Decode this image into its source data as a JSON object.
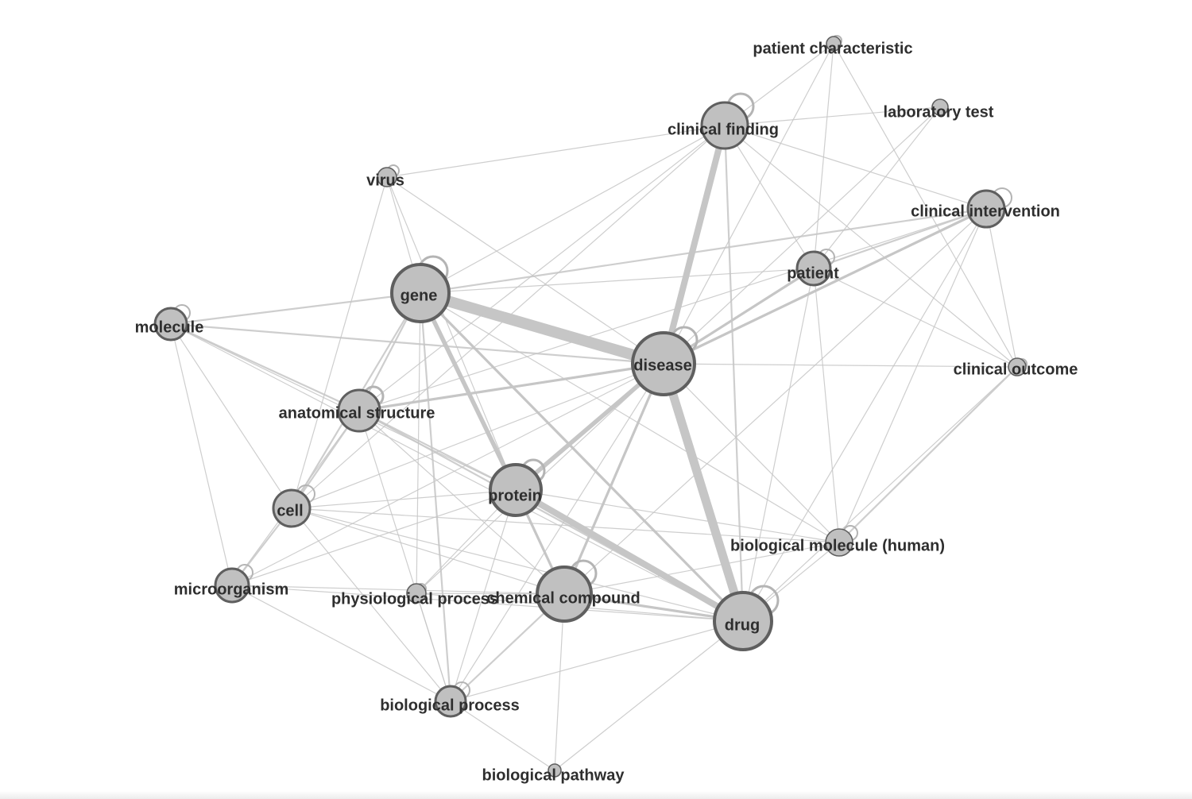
{
  "graph": {
    "nodes": [
      {
        "id": "gene",
        "label": "gene"
      },
      {
        "id": "disease",
        "label": "disease"
      },
      {
        "id": "drug",
        "label": "drug"
      },
      {
        "id": "protein",
        "label": "protein"
      },
      {
        "id": "chemical-compound",
        "label": "chemical compound"
      },
      {
        "id": "clinical-finding",
        "label": "clinical finding"
      },
      {
        "id": "anatomical-structure",
        "label": "anatomical structure"
      },
      {
        "id": "clinical-intervention",
        "label": "clinical intervention"
      },
      {
        "id": "patient",
        "label": "patient"
      },
      {
        "id": "cell",
        "label": "cell"
      },
      {
        "id": "molecule",
        "label": "molecule"
      },
      {
        "id": "microorganism",
        "label": "microorganism"
      },
      {
        "id": "biological-molecule-human",
        "label": "biological molecule (human)"
      },
      {
        "id": "biological-process",
        "label": "biological process"
      },
      {
        "id": "virus",
        "label": "virus"
      },
      {
        "id": "patient-characteristic",
        "label": "patient characteristic"
      },
      {
        "id": "laboratory-test",
        "label": "laboratory test"
      },
      {
        "id": "clinical-outcome",
        "label": "clinical outcome"
      },
      {
        "id": "physiological-process",
        "label": "physiological process"
      },
      {
        "id": "biological-pathway",
        "label": "biological pathway"
      }
    ],
    "edges": [
      {
        "source": "gene",
        "target": "disease",
        "weight": 10
      },
      {
        "source": "disease",
        "target": "drug",
        "weight": 9
      },
      {
        "source": "clinical-finding",
        "target": "disease",
        "weight": 7
      },
      {
        "source": "protein",
        "target": "drug",
        "weight": 7
      },
      {
        "source": "gene",
        "target": "protein",
        "weight": 5
      },
      {
        "source": "disease",
        "target": "protein",
        "weight": 5
      },
      {
        "source": "disease",
        "target": "chemical-compound",
        "weight": 3
      },
      {
        "source": "disease",
        "target": "anatomical-structure",
        "weight": 3
      },
      {
        "source": "disease",
        "target": "patient",
        "weight": 3
      },
      {
        "source": "disease",
        "target": "clinical-intervention",
        "weight": 3
      },
      {
        "source": "gene",
        "target": "drug",
        "weight": 3
      },
      {
        "source": "protein",
        "target": "chemical-compound",
        "weight": 3
      },
      {
        "source": "chemical-compound",
        "target": "drug",
        "weight": 3
      },
      {
        "source": "gene",
        "target": "anatomical-structure",
        "weight": 2
      },
      {
        "source": "gene",
        "target": "molecule",
        "weight": 2
      },
      {
        "source": "clinical-finding",
        "target": "drug",
        "weight": 2
      },
      {
        "source": "gene",
        "target": "clinical-intervention",
        "weight": 2
      },
      {
        "source": "molecule",
        "target": "anatomical-structure",
        "weight": 2
      },
      {
        "source": "anatomical-structure",
        "target": "cell",
        "weight": 2
      },
      {
        "source": "anatomical-structure",
        "target": "protein",
        "weight": 2
      },
      {
        "source": "anatomical-structure",
        "target": "drug",
        "weight": 2
      },
      {
        "source": "biological-molecule-human",
        "target": "clinical-outcome",
        "weight": 2
      },
      {
        "source": "patient",
        "target": "clinical-intervention",
        "weight": 2
      },
      {
        "source": "gene",
        "target": "cell",
        "weight": 2
      },
      {
        "source": "protein",
        "target": "cell",
        "weight": 1
      },
      {
        "source": "cell",
        "target": "microorganism",
        "weight": 2
      },
      {
        "source": "chemical-compound",
        "target": "biological-process",
        "weight": 2
      },
      {
        "source": "gene",
        "target": "biological-process",
        "weight": 2
      },
      {
        "source": "disease",
        "target": "molecule",
        "weight": 2
      },
      {
        "source": "clinical-finding",
        "target": "patient",
        "weight": 1
      },
      {
        "source": "clinical-finding",
        "target": "anatomical-structure",
        "weight": 1
      },
      {
        "source": "clinical-finding",
        "target": "gene",
        "weight": 1
      },
      {
        "source": "clinical-finding",
        "target": "virus",
        "weight": 1
      },
      {
        "source": "clinical-finding",
        "target": "laboratory-test",
        "weight": 1
      },
      {
        "source": "clinical-finding",
        "target": "clinical-outcome",
        "weight": 1
      },
      {
        "source": "clinical-finding",
        "target": "clinical-intervention",
        "weight": 1
      },
      {
        "source": "clinical-finding",
        "target": "cell",
        "weight": 1
      },
      {
        "source": "patient-characteristic",
        "target": "clinical-finding",
        "weight": 1
      },
      {
        "source": "patient-characteristic",
        "target": "patient",
        "weight": 1
      },
      {
        "source": "patient-characteristic",
        "target": "disease",
        "weight": 1
      },
      {
        "source": "patient-characteristic",
        "target": "clinical-outcome",
        "weight": 1
      },
      {
        "source": "laboratory-test",
        "target": "disease",
        "weight": 1
      },
      {
        "source": "laboratory-test",
        "target": "patient",
        "weight": 1
      },
      {
        "source": "clinical-intervention",
        "target": "clinical-outcome",
        "weight": 1
      },
      {
        "source": "clinical-intervention",
        "target": "drug",
        "weight": 1
      },
      {
        "source": "clinical-intervention",
        "target": "anatomical-structure",
        "weight": 1
      },
      {
        "source": "clinical-intervention",
        "target": "chemical-compound",
        "weight": 1
      },
      {
        "source": "clinical-intervention",
        "target": "biological-molecule-human",
        "weight": 1
      },
      {
        "source": "patient",
        "target": "drug",
        "weight": 1
      },
      {
        "source": "patient",
        "target": "biological-molecule-human",
        "weight": 1
      },
      {
        "source": "patient",
        "target": "clinical-outcome",
        "weight": 1
      },
      {
        "source": "patient",
        "target": "gene",
        "weight": 1
      },
      {
        "source": "virus",
        "target": "gene",
        "weight": 1
      },
      {
        "source": "virus",
        "target": "disease",
        "weight": 1
      },
      {
        "source": "virus",
        "target": "protein",
        "weight": 1
      },
      {
        "source": "virus",
        "target": "cell",
        "weight": 1
      },
      {
        "source": "molecule",
        "target": "cell",
        "weight": 1
      },
      {
        "source": "molecule",
        "target": "microorganism",
        "weight": 1
      },
      {
        "source": "molecule",
        "target": "protein",
        "weight": 1
      },
      {
        "source": "molecule",
        "target": "drug",
        "weight": 1
      },
      {
        "source": "anatomical-structure",
        "target": "microorganism",
        "weight": 1
      },
      {
        "source": "anatomical-structure",
        "target": "chemical-compound",
        "weight": 1
      },
      {
        "source": "anatomical-structure",
        "target": "biological-process",
        "weight": 1
      },
      {
        "source": "cell",
        "target": "chemical-compound",
        "weight": 1
      },
      {
        "source": "cell",
        "target": "drug",
        "weight": 1
      },
      {
        "source": "cell",
        "target": "biological-process",
        "weight": 1
      },
      {
        "source": "cell",
        "target": "biological-molecule-human",
        "weight": 1
      },
      {
        "source": "microorganism",
        "target": "chemical-compound",
        "weight": 1
      },
      {
        "source": "microorganism",
        "target": "drug",
        "weight": 1
      },
      {
        "source": "microorganism",
        "target": "biological-process",
        "weight": 1
      },
      {
        "source": "microorganism",
        "target": "protein",
        "weight": 1
      },
      {
        "source": "microorganism",
        "target": "disease",
        "weight": 1
      },
      {
        "source": "protein",
        "target": "biological-process",
        "weight": 1
      },
      {
        "source": "protein",
        "target": "biological-molecule-human",
        "weight": 1
      },
      {
        "source": "protein",
        "target": "physiological-process",
        "weight": 1
      },
      {
        "source": "disease",
        "target": "biological-process",
        "weight": 1
      },
      {
        "source": "disease",
        "target": "clinical-outcome",
        "weight": 1
      },
      {
        "source": "disease",
        "target": "biological-molecule-human",
        "weight": 1
      },
      {
        "source": "disease",
        "target": "cell",
        "weight": 1
      },
      {
        "source": "disease",
        "target": "physiological-process",
        "weight": 1
      },
      {
        "source": "drug",
        "target": "biological-molecule-human",
        "weight": 1
      },
      {
        "source": "drug",
        "target": "biological-process",
        "weight": 1
      },
      {
        "source": "drug",
        "target": "biological-pathway",
        "weight": 1
      },
      {
        "source": "drug",
        "target": "clinical-outcome",
        "weight": 1
      },
      {
        "source": "chemical-compound",
        "target": "biological-pathway",
        "weight": 1
      },
      {
        "source": "chemical-compound",
        "target": "biological-molecule-human",
        "weight": 1
      },
      {
        "source": "biological-process",
        "target": "biological-pathway",
        "weight": 1
      },
      {
        "source": "biological-process",
        "target": "physiological-process",
        "weight": 1
      },
      {
        "source": "gene",
        "target": "physiological-process",
        "weight": 1
      },
      {
        "source": "gene",
        "target": "chemical-compound",
        "weight": 1
      },
      {
        "source": "gene",
        "target": "biological-molecule-human",
        "weight": 1
      },
      {
        "source": "physiological-process",
        "target": "drug",
        "weight": 1
      },
      {
        "source": "physiological-process",
        "target": "chemical-compound",
        "weight": 1
      }
    ]
  },
  "colors": {
    "node_fill": "#c0c0c0",
    "node_stroke": "#5f5f5f",
    "edge": "#c6c6c6",
    "label": "#2e2e2e",
    "background": "#ffffff"
  }
}
